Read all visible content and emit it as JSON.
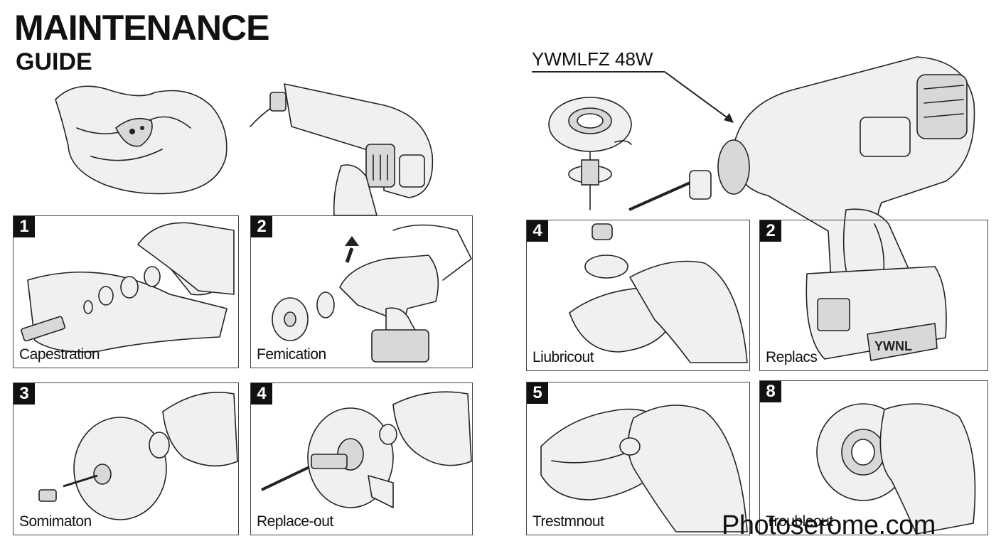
{
  "header": {
    "title": "MAINTENANCE",
    "subtitle": "GUIDE",
    "model_label": "YWMLFZ 48W"
  },
  "panels": [
    {
      "number": "1",
      "caption": "Capestration"
    },
    {
      "number": "2",
      "caption": "Femication"
    },
    {
      "number": "3",
      "caption": "Somimaton"
    },
    {
      "number": "4",
      "caption": "Replace-out"
    },
    {
      "number": "4",
      "caption": "Liubricout"
    },
    {
      "number": "2",
      "caption": "Replacs"
    },
    {
      "number": "5",
      "caption": "Trestmnout"
    },
    {
      "number": "8",
      "caption": "Troubleout"
    }
  ],
  "battery_label": "YWNL",
  "watermark": "Photoserome.com"
}
